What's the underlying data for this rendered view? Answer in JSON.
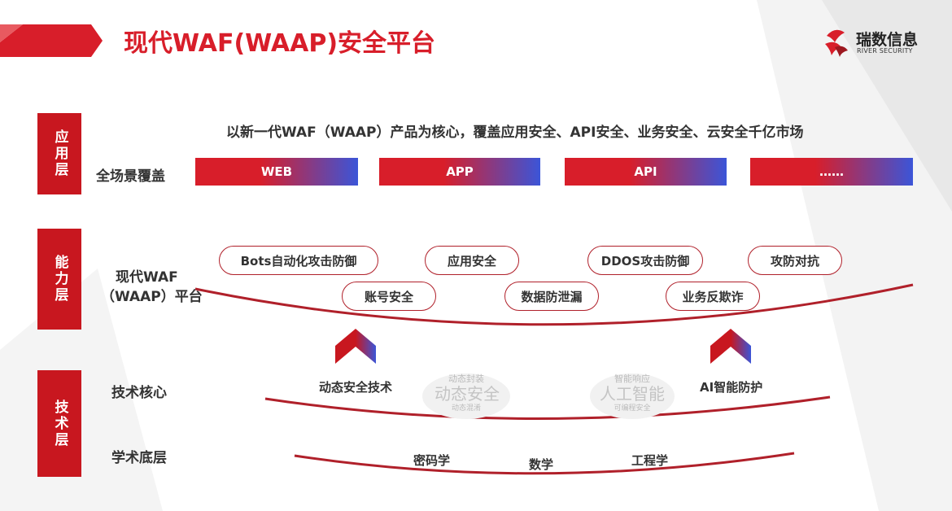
{
  "title": "现代WAF(WAAP)安全平台",
  "logo": {
    "name_cn": "瑞数信息",
    "name_en": "RIVER SECURITY"
  },
  "colors": {
    "brand_red": "#d81e2a",
    "layer_red": "#c8171f",
    "gradient_blue": "#3b55d8",
    "pill_border": "#b0202a"
  },
  "layers": {
    "application": {
      "label": "应用层",
      "row_label": "全场景覆盖"
    },
    "capability": {
      "label": "能力层",
      "row_label_line1": "现代WAF",
      "row_label_line2": "（WAAP）平台"
    },
    "technology": {
      "label": "技术层",
      "core_label": "技术核心",
      "base_label": "学术底层"
    }
  },
  "slogan": "以新一代WAF（WAAP）产品为核心，覆盖应用安全、API安全、业务安全、云安全千亿市场",
  "scenes": [
    "WEB",
    "APP",
    "API",
    "……"
  ],
  "capabilities_top": [
    "Bots自动化攻击防御",
    "应用安全",
    "DDOS攻击防御",
    "攻防对抗"
  ],
  "capabilities_bottom": [
    "账号安全",
    "数据防泄漏",
    "业务反欺诈"
  ],
  "tech_core": {
    "left": {
      "label": "动态安全技术",
      "cloud_big": "动态安全",
      "cloud_small_top": "动态封装",
      "cloud_small_bottom": "动态混淆"
    },
    "right": {
      "label": "AI智能防护",
      "cloud_big": "人工智能",
      "cloud_small_top": "智能响应",
      "cloud_small_bottom": "可编程安全"
    }
  },
  "academic": [
    "密码学",
    "数学",
    "工程学"
  ]
}
